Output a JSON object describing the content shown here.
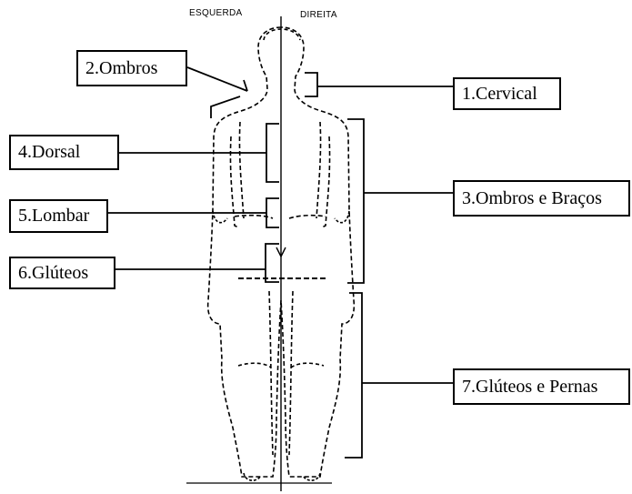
{
  "header": {
    "left_side": "ESQUERDA",
    "right_side": "DIREITA"
  },
  "labels": {
    "ombros": "2.Ombros",
    "cervical": "1.Cervical",
    "dorsal": "4.Dorsal",
    "ombros_bracos": "3.Ombros e Braços",
    "lombar": "5.Lombar",
    "gluteos": "6.Glúteos",
    "gluteos_pernas": "7.Glúteos e Pernas"
  },
  "colors": {
    "line": "#000000",
    "background": "#ffffff"
  }
}
